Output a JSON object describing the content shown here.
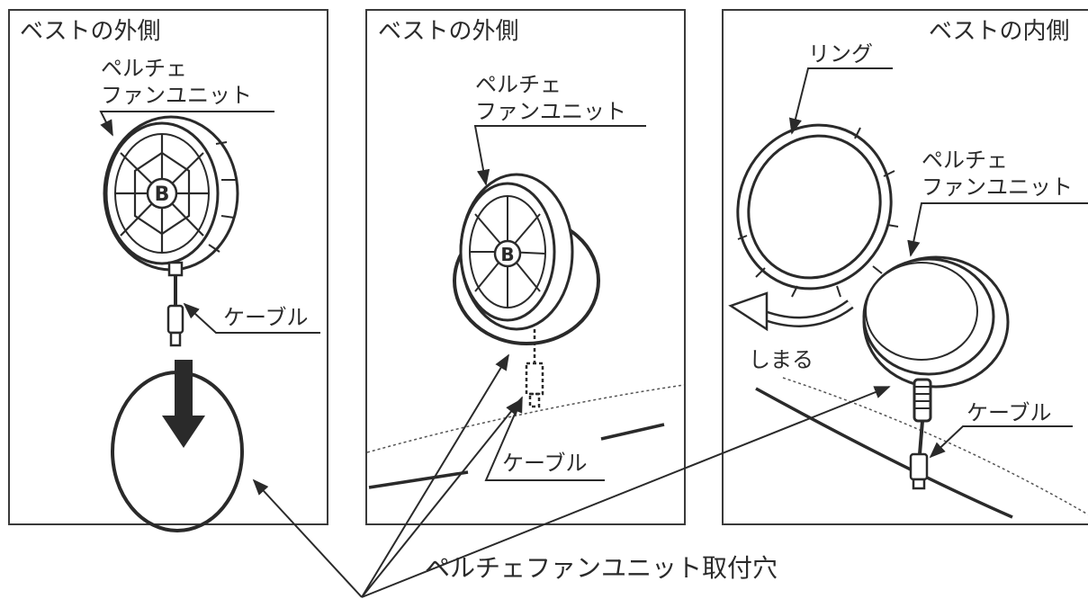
{
  "panels": [
    {
      "title": "ベストの外側",
      "unit_label_line1": "ペルチェ",
      "unit_label_line2": "ファンユニット",
      "cable_label": "ケーブル"
    },
    {
      "title": "ベストの外側",
      "unit_label_line1": "ペルチェ",
      "unit_label_line2": "ファンユニット",
      "cable_label": "ケーブル"
    },
    {
      "title": "ベストの内側",
      "ring_label": "リング",
      "unit_label_line1": "ペルチェ",
      "unit_label_line2": "ファンユニット",
      "cable_label": "ケーブル",
      "action_label": "しまる"
    }
  ],
  "bottom_label": "ペルチェファンユニット取付穴"
}
